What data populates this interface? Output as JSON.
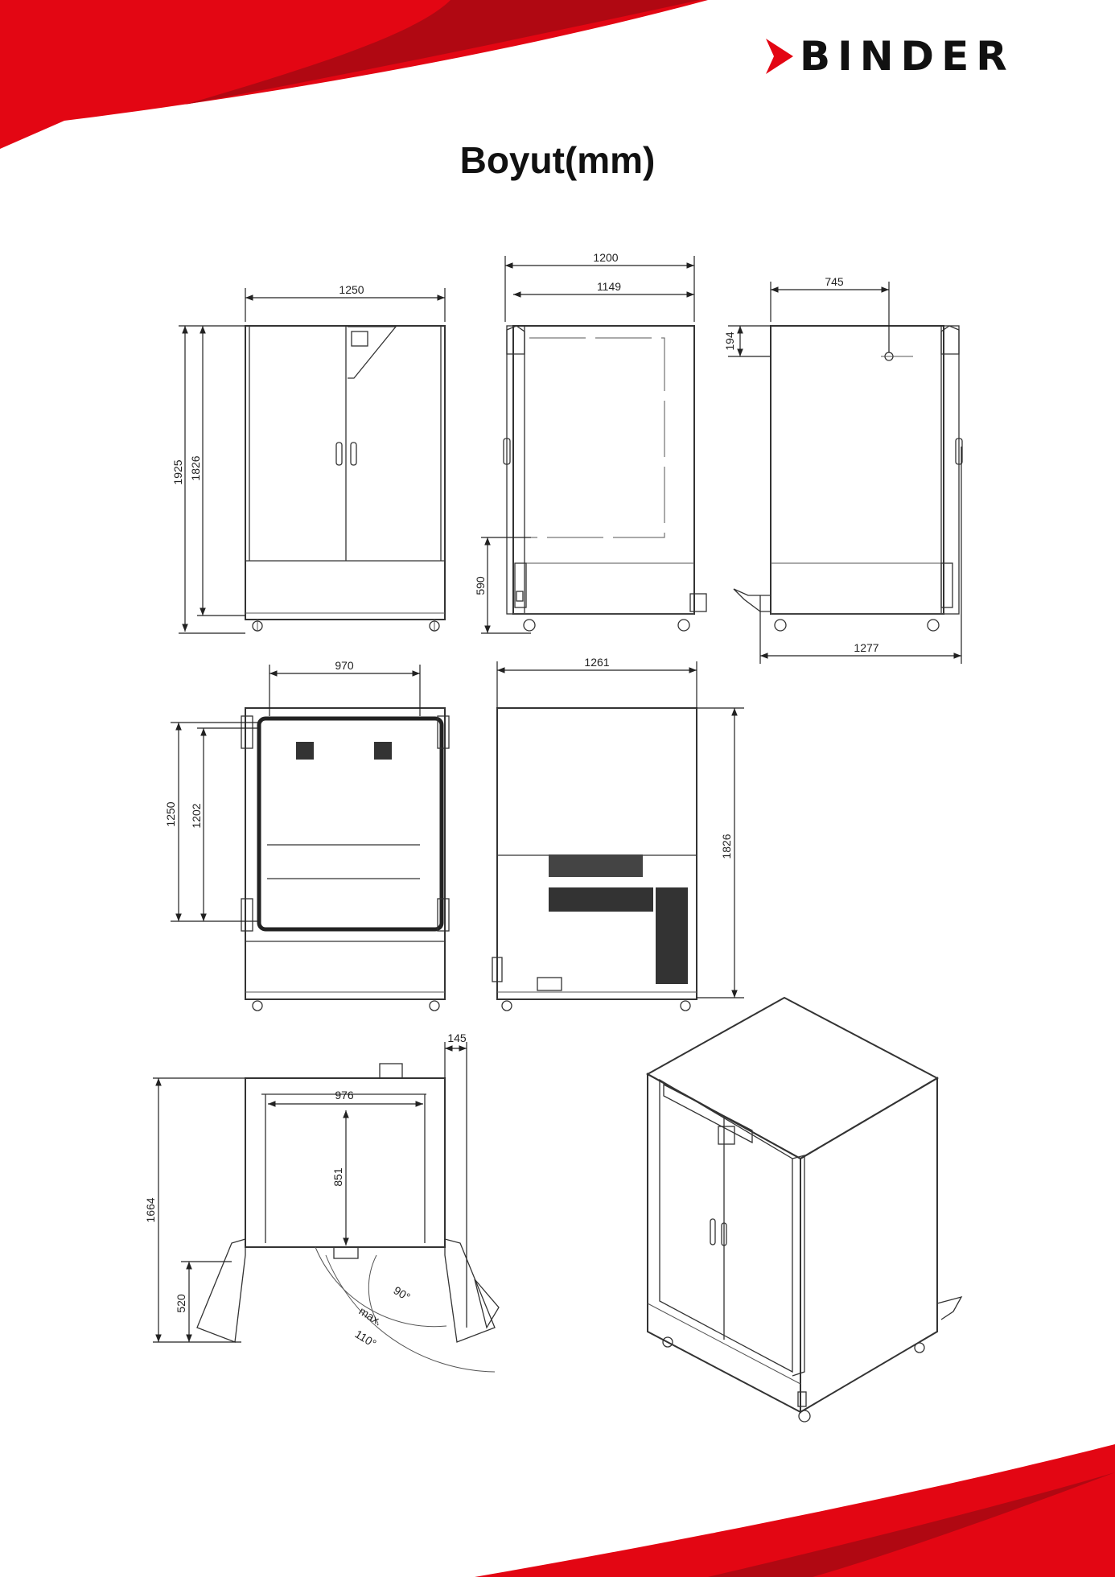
{
  "brand": {
    "name": "BINDER",
    "colors": {
      "accent": "#e30613",
      "dark_red": "#8e0a12",
      "ink": "#111111"
    }
  },
  "title": "Boyut(mm)",
  "drawings": {
    "front_view": {
      "width": "1250",
      "height_total": "1925",
      "height_body": "1826"
    },
    "side_view_left": {
      "depth_total": "1200",
      "depth_body": "1149",
      "height_base": "590"
    },
    "side_view_right": {
      "offset_top": "745",
      "height_top": "194",
      "depth_overall": "1277"
    },
    "front_open": {
      "inner_width": "970",
      "outer_height": "1250",
      "inner_height": "1202"
    },
    "rear_view": {
      "width": "1261",
      "height": "1826"
    },
    "top_view": {
      "door_offset": "145",
      "inner_width": "976",
      "inner_depth": "851",
      "depth": "1664",
      "door_leaf": "520",
      "angle_90": "90°",
      "angle_max_label": "max.",
      "angle_110": "110°"
    }
  },
  "icons": {
    "logo": "binder-arrow-logo"
  }
}
